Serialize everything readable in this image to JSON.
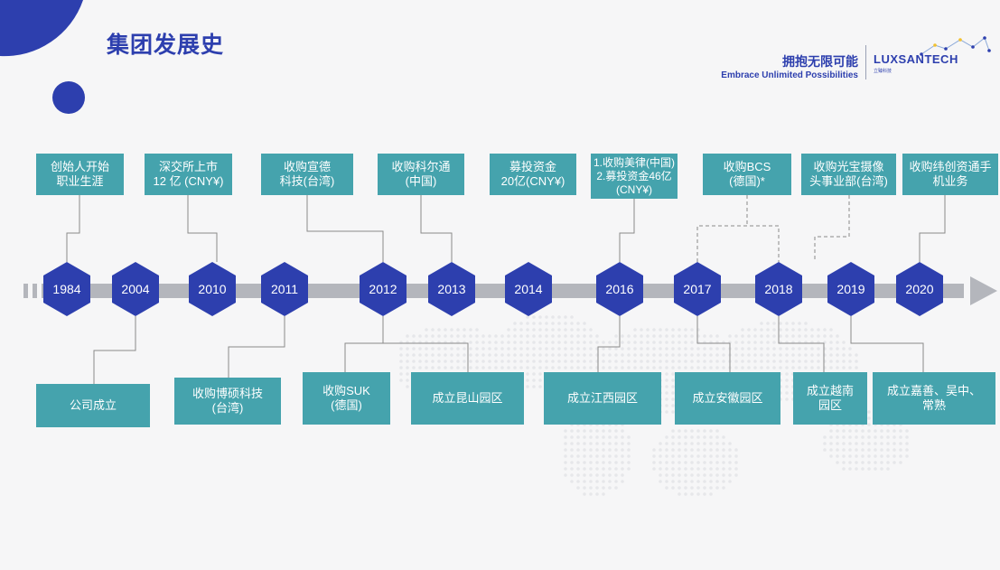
{
  "title": "集团发展史",
  "slogan": {
    "cn": "拥抱无限可能",
    "en": "Embrace Unlimited Possibilities"
  },
  "brand": {
    "name": "LUXSANTECH",
    "sub": "立臻科技"
  },
  "years": [
    "1984",
    "2004",
    "2010",
    "2011",
    "2012",
    "2013",
    "2014",
    "2016",
    "2017",
    "2018",
    "2019",
    "2020"
  ],
  "top_events": [
    "创始人开始\n职业生涯",
    "深交所上市\n12 亿 (CNY¥)",
    "收购宣德\n科技(台湾)",
    "收购科尔通\n(中国)",
    "募投资金\n20亿(CNY¥)",
    "1.收购美律(中国)\n2.募投资金46亿\n(CNY¥)",
    "收购BCS\n(德国)*",
    "收购光宝摄像\n头事业部(台湾)",
    "收购纬创资通手\n机业务"
  ],
  "bottom_events": [
    "公司成立",
    "收购博硕科技\n(台湾)",
    "收购SUK\n(德国)",
    "成立昆山园区",
    "成立江西园区",
    "成立安徽园区",
    "成立越南\n园区",
    "成立嘉善、吴中、\n常熟"
  ],
  "colors": {
    "primary": "#2d3fae",
    "card": "#45a3ad",
    "arrow": "#b4b6bc",
    "connector": "#8a8a8a",
    "background": "#f6f6f7"
  }
}
